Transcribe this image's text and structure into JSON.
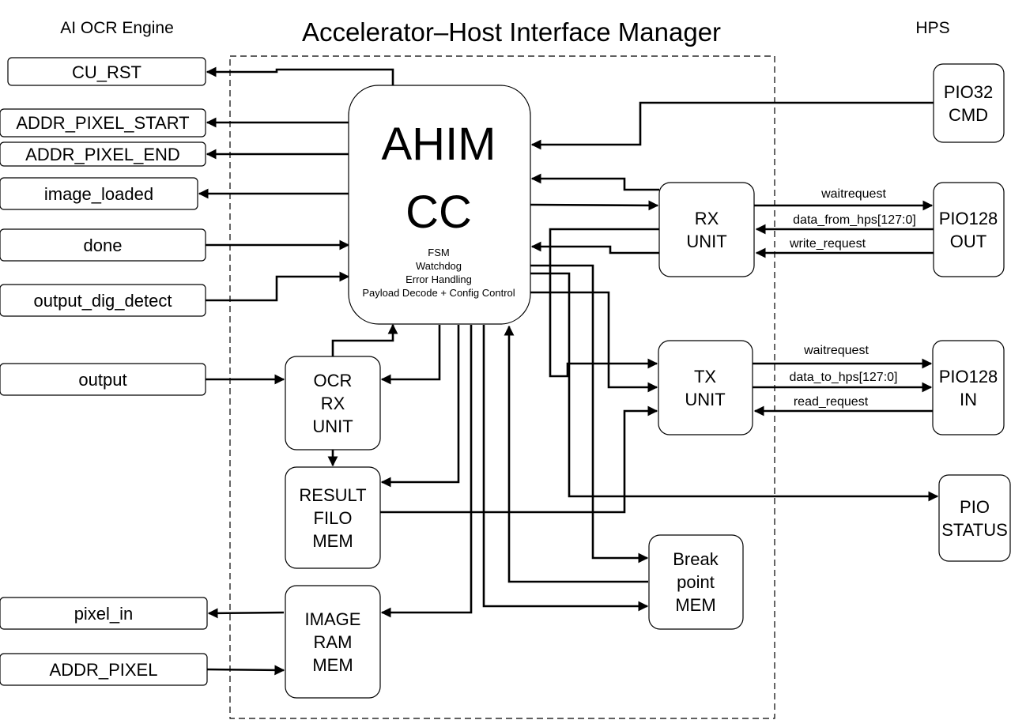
{
  "headers": {
    "left": "AI OCR Engine",
    "title": "Accelerator–Host Interface Manager",
    "right": "HPS"
  },
  "ocr_signals": {
    "cu_rst": "CU_RST",
    "addr_pixel_start": "ADDR_PIXEL_START",
    "addr_pixel_end": "ADDR_PIXEL_END",
    "image_loaded": "image_loaded",
    "done": "done",
    "output_dig_detect": "output_dig_detect",
    "output": "output",
    "pixel_in": "pixel_in",
    "addr_pixel": "ADDR_PIXEL"
  },
  "core": {
    "title_line1": "AHIM",
    "title_line2": "CC",
    "features": [
      "FSM",
      "Watchdog",
      "Error Handling",
      "Payload Decode + Config Control"
    ]
  },
  "units": {
    "ocr_rx": [
      "OCR",
      "RX",
      "UNIT"
    ],
    "result_mem": [
      "RESULT",
      "FILO",
      "MEM"
    ],
    "image_mem": [
      "IMAGE",
      "RAM",
      "MEM"
    ],
    "rx": [
      "RX",
      "UNIT"
    ],
    "tx": [
      "TX",
      "UNIT"
    ],
    "breakpoint_mem": [
      "Break",
      "point",
      "MEM"
    ]
  },
  "hps": {
    "pio32": [
      "PIO32",
      "CMD"
    ],
    "pio128_out": [
      "PIO128",
      "OUT"
    ],
    "pio128_in": [
      "PIO128",
      "IN"
    ],
    "pio_status": [
      "PIO",
      "STATUS"
    ]
  },
  "bus_labels": {
    "rx_waitrequest": "waitrequest",
    "rx_data": "data_from_hps[127:0]",
    "rx_write": "write_request",
    "tx_waitrequest": "waitrequest",
    "tx_data": "data_to_hps[127:0]",
    "tx_read": "read_request"
  }
}
